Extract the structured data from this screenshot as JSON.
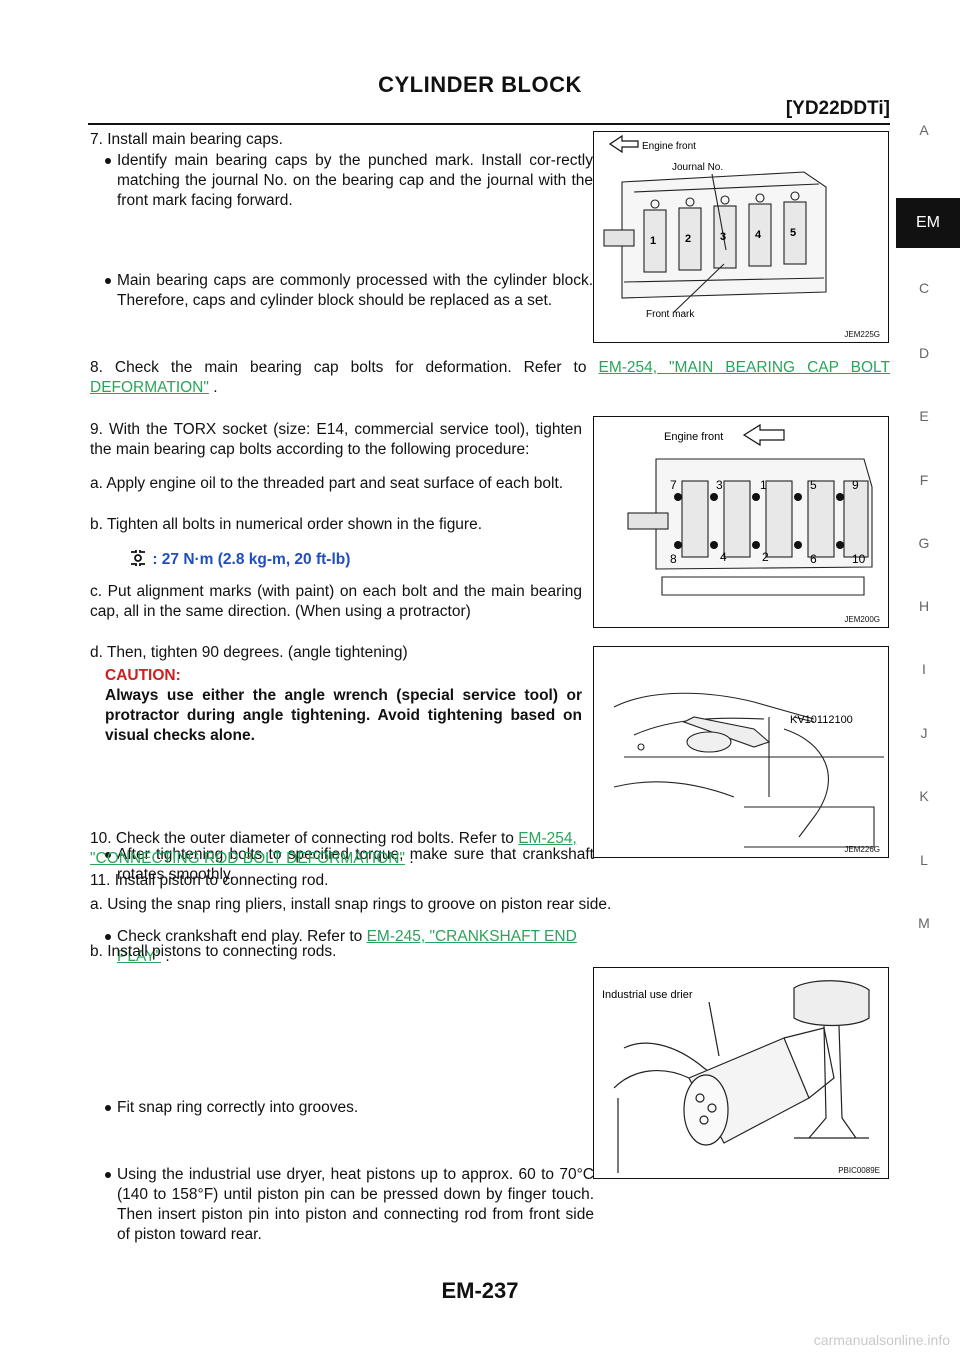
{
  "header": {
    "title": "CYLINDER BLOCK",
    "subtitle": "[YD22DDTi]"
  },
  "side_index": {
    "letters": [
      "A",
      "EM",
      "C",
      "D",
      "E",
      "F",
      "G",
      "H",
      "I",
      "J",
      "K",
      "L",
      "M"
    ],
    "active": "EM"
  },
  "steps": {
    "s7": {
      "text": "7. Install main bearing caps.",
      "b1": "Identify main bearing caps by the punched mark. Install cor-rectly matching the journal No. on the bearing cap and the journal with the front mark facing forward.",
      "b2": "Main bearing caps are commonly processed with the cylinder block. Therefore, caps and cylinder block should be replaced as a set."
    },
    "s8": {
      "text": "8. Check the main bearing cap bolts for deformation. Refer to",
      "link": "EM-254, \"MAIN BEARING CAP BOLT DEFORMATION\"",
      "tail": "."
    },
    "s9": {
      "text": "9. With the TORX socket (size: E14, commercial service tool), tighten the main bearing cap bolts according to the following procedure:",
      "a": "a. Apply engine oil to the threaded part and seat surface of each bolt.",
      "b": "b. Tighten all bolts in numerical order shown in the figure.",
      "torque": ": 27 N·m (2.8 kg-m, 20 ft-lb)",
      "c": "c. Put alignment marks (with paint) on each bolt and the main bearing cap, all in the same direction. (When using a protractor)",
      "d": "d. Then, tighten 90 degrees. (angle tightening)",
      "caution_label": "CAUTION:",
      "caution_text": "Always use either the angle wrench (special service tool) or protractor during angle tightening. Avoid tightening based on visual checks alone.",
      "b3": "After tightening bolts to specified torque, make sure that crankshaft rotates smoothly.",
      "b4_text": "Check crankshaft end play. Refer to",
      "b4_link": "EM-245, \"CRANKSHAFT END PLAY\"",
      "b4_tail": "."
    },
    "s10": {
      "text": "10. Check the outer diameter of connecting rod bolts. Refer to",
      "link": "EM-254, \"CONNECTING ROD BOLT DEFORMATION\"",
      "tail": "."
    },
    "s11": {
      "text": "11. Install piston to connecting rod.",
      "a": "a. Using the snap ring pliers, install snap rings to groove on piston rear side.",
      "a_b": "Fit snap ring correctly into grooves.",
      "b": "b. Install pistons to connecting rods.",
      "b_b": "Using the industrial use dryer, heat pistons up to approx. 60 to 70°C (140 to 158°F) until piston pin can be pressed down by finger touch. Then insert piston pin into piston and connecting rod from front side of piston toward rear."
    }
  },
  "figures": {
    "f1": {
      "code": "JEM225G",
      "labels": {
        "engine_front": "Engine front",
        "journal": "Journal No.",
        "front_mark": "Front mark"
      },
      "journals": [
        "1",
        "2",
        "3",
        "4",
        "5"
      ]
    },
    "f2": {
      "code": "JEM200G",
      "labels": {
        "engine_front": "Engine front"
      },
      "top_nums": [
        "7",
        "3",
        "1",
        "5",
        "9"
      ],
      "bottom_nums": [
        "8",
        "4",
        "2",
        "6",
        "10"
      ]
    },
    "f3": {
      "code": "JEM226G",
      "labels": {
        "tool": "KV10112100"
      }
    },
    "f4": {
      "code": "PBIC0089E",
      "labels": {
        "drier": "Industrial use drier"
      }
    }
  },
  "footer": {
    "page": "EM-237",
    "watermark": "carmanualsonline.info"
  }
}
